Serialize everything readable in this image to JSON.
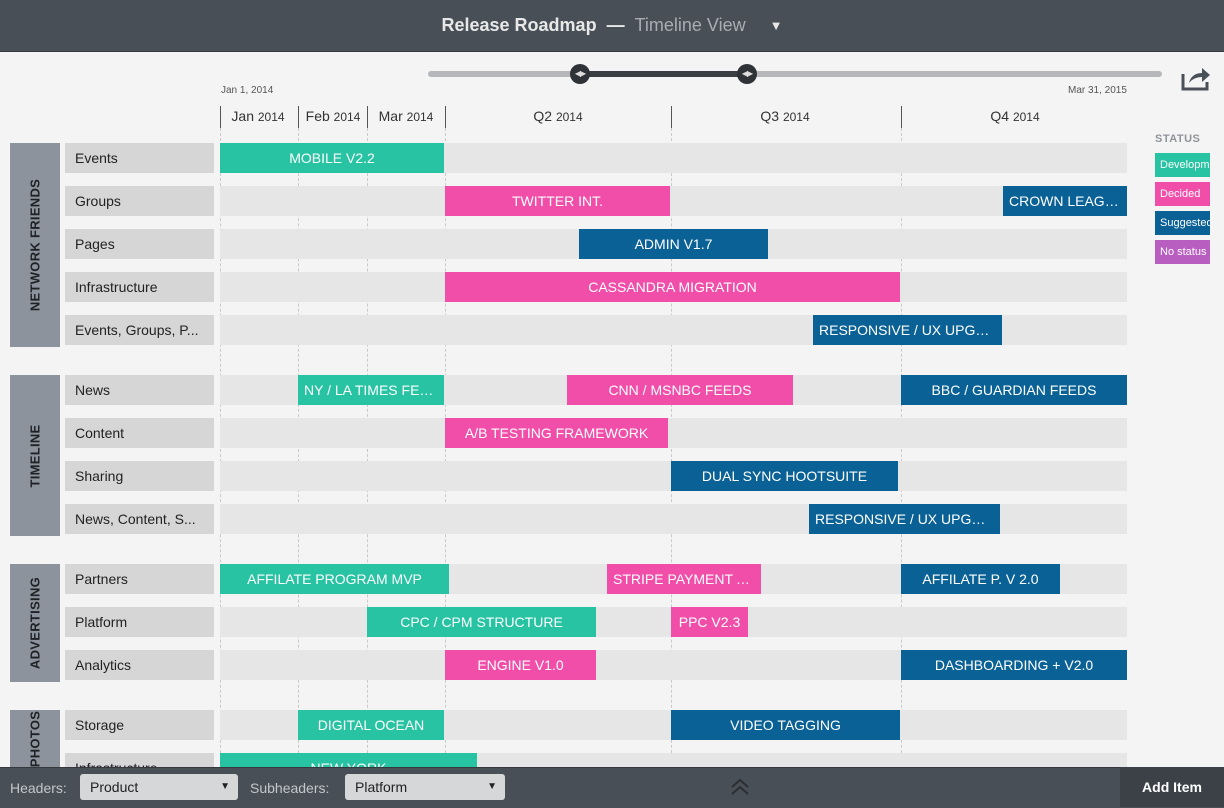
{
  "header": {
    "title": "Release Roadmap",
    "dash": "—",
    "view": "Timeline View"
  },
  "range": {
    "start_date": "Jan 1, 2014",
    "end_date": "Mar 31, 2015"
  },
  "columns": [
    {
      "name": "Jan",
      "year": "2014"
    },
    {
      "name": "Feb",
      "year": "2014"
    },
    {
      "name": "Mar",
      "year": "2014"
    },
    {
      "name": "Q2",
      "year": "2014"
    },
    {
      "name": "Q3",
      "year": "2014"
    },
    {
      "name": "Q4",
      "year": "2014"
    }
  ],
  "colors": {
    "Development": "#27c3a2",
    "Decided": "#f04ea9",
    "Suggested": "#0a6196",
    "No status": "#b85ec0"
  },
  "legend": {
    "title": "STATUS",
    "items": [
      {
        "label": "Developm",
        "color": "#27c3a2"
      },
      {
        "label": "Decided",
        "color": "#f04ea9"
      },
      {
        "label": "Suggested",
        "color": "#0a6196"
      },
      {
        "label": "No status",
        "color": "#b85ec0"
      }
    ]
  },
  "groups": [
    {
      "name": "NETWORK FRIENDS",
      "rows": [
        {
          "label": "Events",
          "bars": [
            {
              "label": "MOBILE V2.2",
              "status": "Development"
            }
          ]
        },
        {
          "label": "Groups",
          "bars": [
            {
              "label": "TWITTER INT.",
              "status": "Decided"
            },
            {
              "label": "CROWN LEAGUE",
              "status": "Suggested"
            }
          ]
        },
        {
          "label": "Pages",
          "bars": [
            {
              "label": "ADMIN V1.7",
              "status": "Suggested"
            }
          ]
        },
        {
          "label": "Infrastructure",
          "bars": [
            {
              "label": "CASSANDRA MIGRATION",
              "status": "Decided"
            }
          ]
        },
        {
          "label": "Events, Groups, P...",
          "bars": [
            {
              "label": "RESPONSIVE / UX UPGRA...",
              "status": "Suggested"
            }
          ]
        }
      ]
    },
    {
      "name": "TIMELINE",
      "rows": [
        {
          "label": "News",
          "bars": [
            {
              "label": "NY / LA TIMES FEE...",
              "status": "Development"
            },
            {
              "label": "CNN / MSNBC FEEDS",
              "status": "Decided"
            },
            {
              "label": "BBC / GUARDIAN FEEDS",
              "status": "Suggested"
            }
          ]
        },
        {
          "label": "Content",
          "bars": [
            {
              "label": "A/B TESTING FRAMEWORK",
              "status": "Decided"
            }
          ]
        },
        {
          "label": "Sharing",
          "bars": [
            {
              "label": "DUAL SYNC HOOTSUITE",
              "status": "Suggested"
            }
          ]
        },
        {
          "label": "News, Content, S...",
          "bars": [
            {
              "label": "RESPONSIVE / UX UPGRA...",
              "status": "Suggested"
            }
          ]
        }
      ]
    },
    {
      "name": "ADVERTISING",
      "rows": [
        {
          "label": "Partners",
          "bars": [
            {
              "label": "AFFILATE PROGRAM MVP",
              "status": "Development"
            },
            {
              "label": "STRIPE PAYMENT A...",
              "status": "Decided"
            },
            {
              "label": "AFFILATE P. V 2.0",
              "status": "Suggested"
            }
          ]
        },
        {
          "label": "Platform",
          "bars": [
            {
              "label": "CPC / CPM STRUCTURE",
              "status": "Development"
            },
            {
              "label": "PPC V2.3",
              "status": "Decided"
            }
          ]
        },
        {
          "label": "Analytics",
          "bars": [
            {
              "label": "ENGINE V1.0",
              "status": "Decided"
            },
            {
              "label": "DASHBOARDING + V2.0",
              "status": "Suggested"
            }
          ]
        }
      ]
    },
    {
      "name": "PHOTOS",
      "rows": [
        {
          "label": "Storage",
          "bars": [
            {
              "label": "DIGITAL OCEAN",
              "status": "Development"
            },
            {
              "label": "VIDEO TAGGING",
              "status": "Suggested"
            }
          ]
        },
        {
          "label": "Infrastructure",
          "bars": [
            {
              "label": "NEW YORK",
              "status": "Development"
            }
          ]
        }
      ]
    }
  ],
  "footer": {
    "headers_label": "Headers:",
    "headers_value": "Product",
    "subheaders_label": "Subheaders:",
    "subheaders_value": "Platform",
    "add_item": "Add Item"
  }
}
